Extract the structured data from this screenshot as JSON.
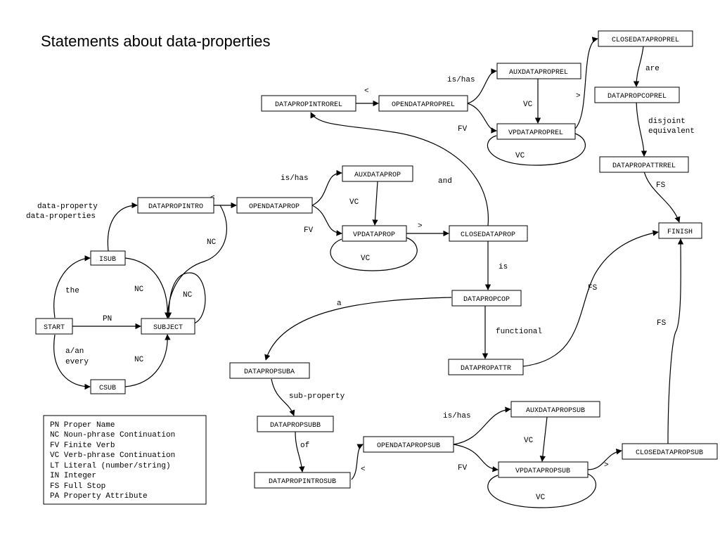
{
  "title": "Statements about data-properties",
  "nodes": {
    "start": "START",
    "isub": "ISUB",
    "csub": "CSUB",
    "subject": "SUBJECT",
    "dataprop_intro": "DATAPROPINTRO",
    "open_dataprop": "OPENDATAPROP",
    "aux_dataprop": "AUXDATAPROP",
    "vp_dataprop": "VPDATAPROP",
    "closed_dataprop": "CLOSEDATAPROP",
    "dataprop_cop": "DATAPROPCOP",
    "dataprop_attr": "DATAPROPATTR",
    "dataprop_suba": "DATAPROPSUBA",
    "dataprop_subb": "DATAPROPSUBB",
    "dataprop_intro_sub": "DATAPROPINTROSUB",
    "open_dataprop_sub": "OPENDATAPROPSUB",
    "aux_dataprop_sub": "AUXDATAPROPSUB",
    "vp_dataprop_sub": "VPDATAPROPSUB",
    "closed_dataprop_sub": "CLOSEDATAPROPSUB",
    "finish": "FINISH",
    "dataprop_intro_rel": "DATAPROPINTROREL",
    "open_dataprop_rel": "OPENDATAPROPREL",
    "aux_dataprop_rel": "AUXDATAPROPREL",
    "vp_dataprop_rel": "VPDATAPROPREL",
    "closed_dataprop_rel": "CLOSEDATAPROPREL",
    "dataprop_cop_rel": "DATAPROPCOPREL",
    "dataprop_attr_rel": "DATAPROPATTRREL"
  },
  "edge_labels": {
    "data_property": "data-property",
    "data_properties": "data-properties",
    "the": "the",
    "pn": "PN",
    "a_an": "a/an",
    "every": "every",
    "nc_isub": "NC",
    "nc_csub": "NC",
    "nc_loop": "NC",
    "nc_intro": "NC",
    "lt_intro": "<",
    "is_has_1": "is/has",
    "fv_1": "FV",
    "vc_1": "VC",
    "vc_loop_1": "VC",
    "gt_1": ">",
    "and": "and",
    "is": "is",
    "a": "a",
    "functional": "functional",
    "fs_attr": "FS",
    "sub_property": "sub-property",
    "of": "of",
    "lt_sub": "<",
    "is_has_sub": "is/has",
    "fv_sub": "FV",
    "vc_sub": "VC",
    "vc_loop_sub": "VC",
    "gt_sub": ">",
    "fs_sub": "FS",
    "lt_rel": "<",
    "is_has_rel": "is/has",
    "fv_rel": "FV",
    "vc_rel": "VC",
    "vc_loop_rel": "VC",
    "gt_rel": ">",
    "are": "are",
    "disjoint": "disjoint",
    "equivalent": "equivalent",
    "fs_rel": "FS"
  },
  "legend": [
    "PN Proper Name",
    "NC Noun-phrase Continuation",
    "FV Finite Verb",
    "VC Verb-phrase Continuation",
    "LT Literal (number/string)",
    "IN Integer",
    "FS Full Stop",
    "PA Property Attribute"
  ]
}
